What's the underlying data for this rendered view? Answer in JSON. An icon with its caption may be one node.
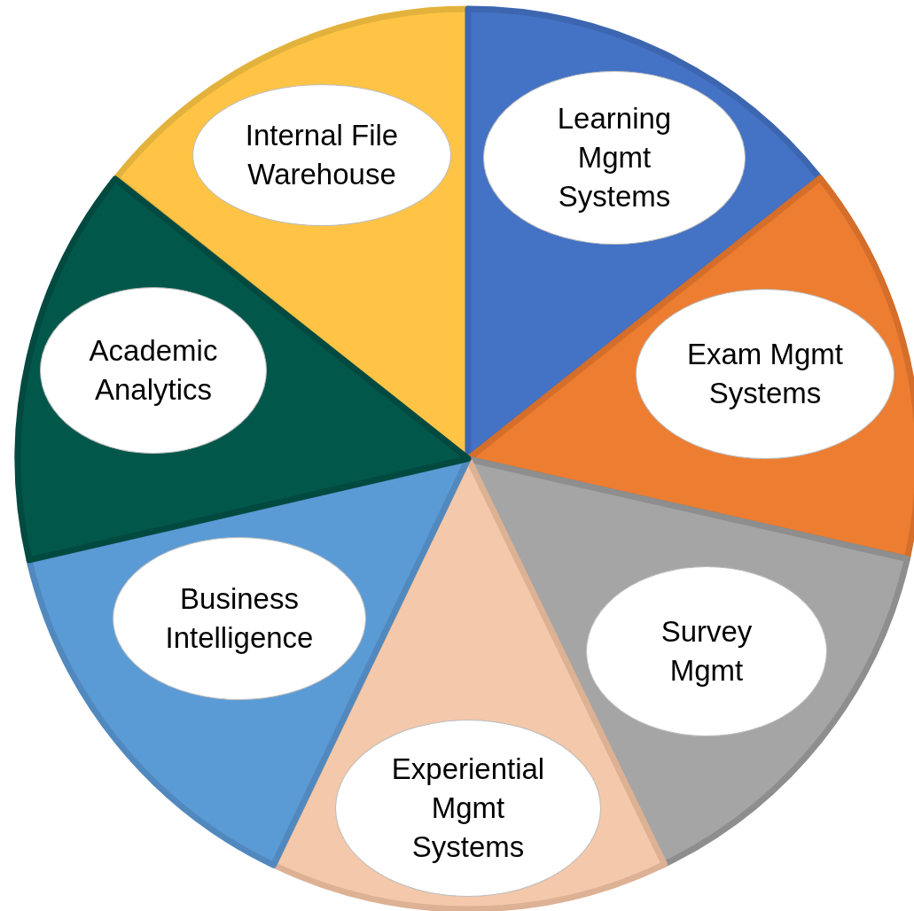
{
  "diagram": {
    "nodes": [
      {
        "text": [],
        "shape": "wedge"
      },
      {
        "text": [
          "Internal File Warehouse"
        ],
        "in": 0
      },
      {
        "text": [],
        "shape": "wedge"
      },
      {
        "text": [
          "Learning Mgmt Systems"
        ],
        "in": 2
      },
      {
        "text": [],
        "shape": "wedge"
      },
      {
        "text": [
          "Exam Mgmt Systems"
        ],
        "in": 4
      },
      {
        "text": [],
        "shape": "wedge"
      },
      {
        "text": [
          "Survey Mgmt"
        ],
        "in": 6
      },
      {
        "text": [],
        "shape": "wedge"
      },
      {
        "text": [
          "Experiential Mgmt Systems"
        ],
        "in": 8
      },
      {
        "text": [],
        "shape": "wedge"
      },
      {
        "text": [
          "Business Intelligence"
        ],
        "in": 10
      },
      {
        "text": [],
        "shape": "wedge"
      },
      {
        "text": [
          "Academic Analytics"
        ],
        "in": 12
      }
    ]
  }
}
